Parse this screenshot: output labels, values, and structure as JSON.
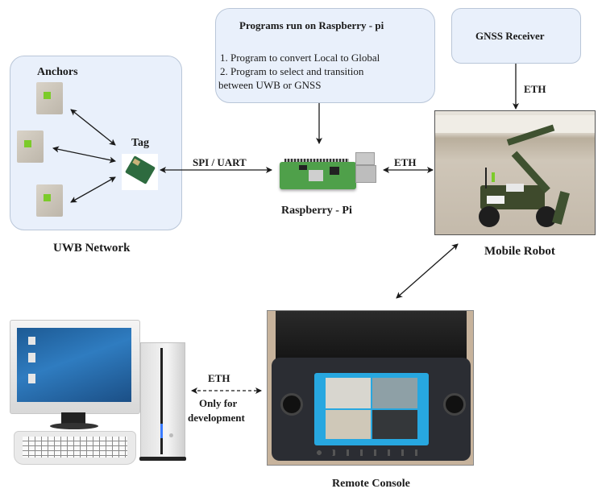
{
  "uwb_network": {
    "title": "UWB Network",
    "anchors_label": "Anchors",
    "tag_label": "Tag",
    "anchor_count": 3
  },
  "programs_box": {
    "title": "Programs run on Raspberry - pi",
    "lines": [
      " 1.  Program to convert Local to Global",
      " 2.  Program to select and transition",
      "between UWB or GNSS"
    ]
  },
  "gnss_box": {
    "title": "GNSS Receiver"
  },
  "raspberry_pi": {
    "label": "Raspberry - Pi"
  },
  "mobile_robot": {
    "label": "Mobile Robot"
  },
  "remote_console": {
    "label": "Remote Console"
  },
  "connections": {
    "tag_to_pi": "SPI / UART",
    "pi_to_robot": "ETH",
    "gnss_to_robot": "ETH",
    "pc_to_console": "ETH",
    "pc_note_line1": "Only for",
    "pc_note_line2": "development"
  },
  "colors": {
    "box_fill": "#e9f0fb",
    "box_border": "#b9c6d8",
    "arrow": "#1a1a1a"
  }
}
